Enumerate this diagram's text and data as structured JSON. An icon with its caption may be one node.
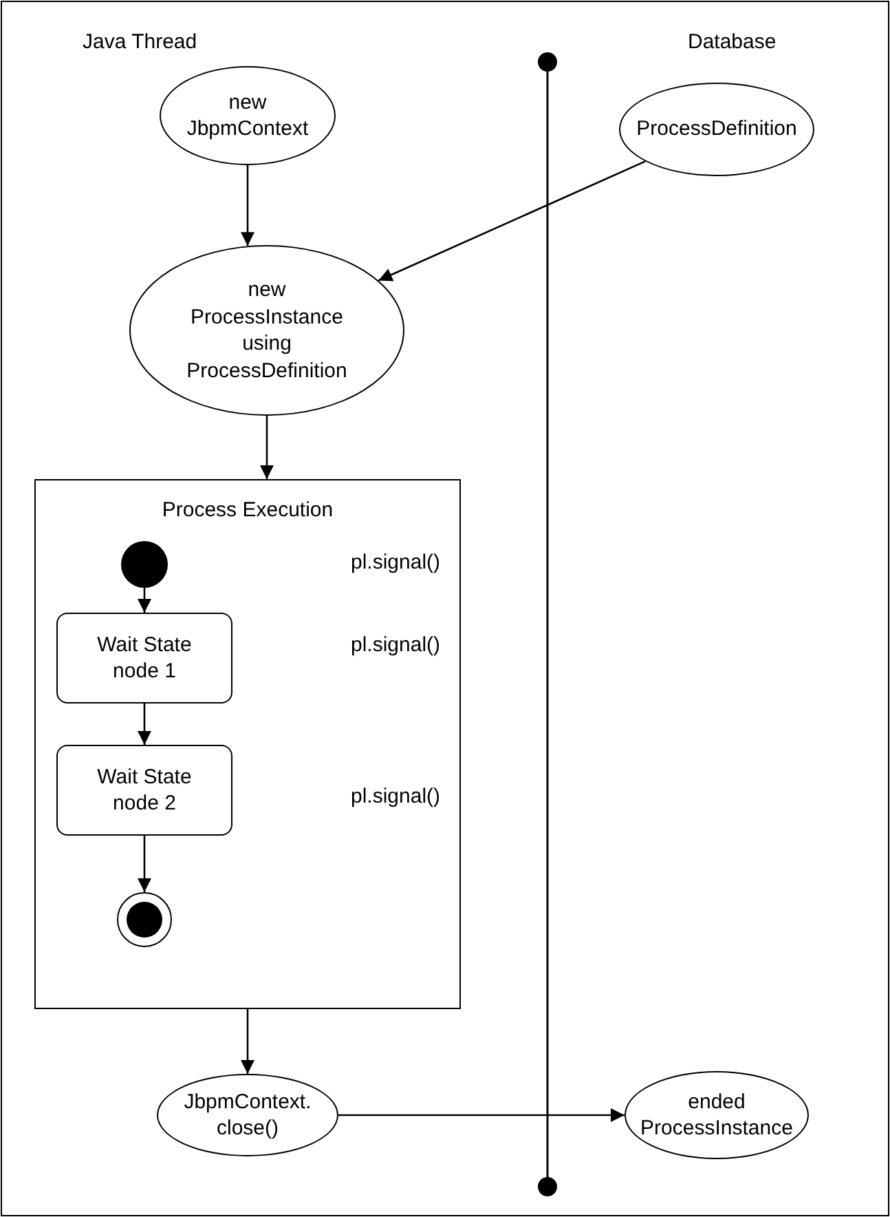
{
  "diagram": {
    "nodes": [
      {
        "text": [
          "new JbpmContext"
        ]
      },
      {
        "text": [
          "ProcessDefinition"
        ]
      },
      {
        "text": [
          "new ProcessInstance using ProcessDefinition"
        ]
      },
      {
        "text": [
          "Process Execution"
        ]
      },
      {
        "text": [],
        "shape": "circle",
        "in": 3
      },
      {
        "text": [
          "Wait State node 1"
        ],
        "in": 3
      },
      {
        "text": [
          "Wait State node 2"
        ],
        "in": 3
      },
      {
        "text": [],
        "shape": "bullseye",
        "in": 3
      },
      {
        "text": [
          "JbpmContext. close()"
        ]
      },
      {
        "text": [
          "ended ProcessInstance"
        ]
      }
    ],
    "edges": [
      {
        "from": 0,
        "to": 2,
        "arrow": "to"
      },
      {
        "from": 1,
        "to": 2,
        "arrow": "to"
      },
      {
        "from": 2,
        "to": 3,
        "arrow": "to"
      },
      {
        "from": 4,
        "to": 5,
        "arrow": "to"
      },
      {
        "from": 5,
        "to": 6,
        "arrow": "to"
      },
      {
        "from": 6,
        "to": 7,
        "arrow": "to"
      },
      {
        "from": 3,
        "to": 8,
        "arrow": "to"
      },
      {
        "from": 8,
        "to": 9,
        "arrow": "to"
      }
    ],
    "labels": [
      "Java Thread",
      "Database",
      "pl.signal()",
      "pl.signal()",
      "pl.signal()"
    ]
  }
}
